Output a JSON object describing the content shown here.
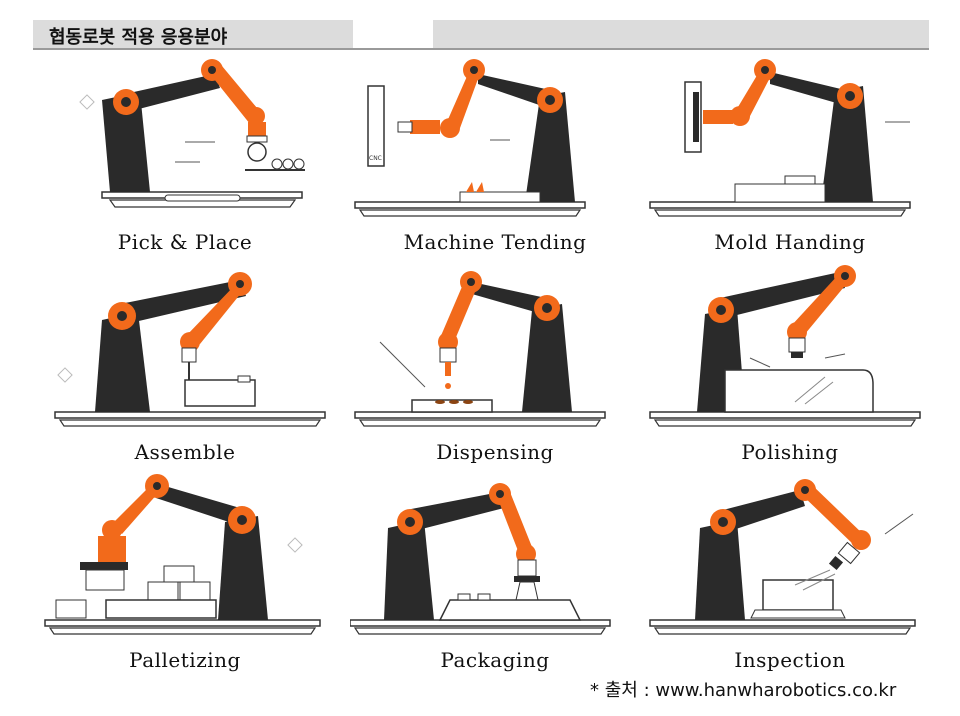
{
  "header": {
    "title": "협동로봇 적용 응용분야"
  },
  "applications": [
    {
      "label": "Pick & Place",
      "icon": "pick-place"
    },
    {
      "label": "Machine Tending",
      "icon": "machine-tending"
    },
    {
      "label": "Mold Handing",
      "icon": "mold-handing"
    },
    {
      "label": "Assemble",
      "icon": "assemble"
    },
    {
      "label": "Dispensing",
      "icon": "dispensing"
    },
    {
      "label": "Polishing",
      "icon": "polishing"
    },
    {
      "label": "Palletizing",
      "icon": "palletizing"
    },
    {
      "label": "Packaging",
      "icon": "packaging"
    },
    {
      "label": "Inspection",
      "icon": "inspection"
    }
  ],
  "source": {
    "text": "* 출처 : www.hanwharobotics.co.kr"
  },
  "colors": {
    "robot_orange": "#f26a1b",
    "robot_dark": "#2a2a2a",
    "header_bg": "#dcdcdc"
  }
}
